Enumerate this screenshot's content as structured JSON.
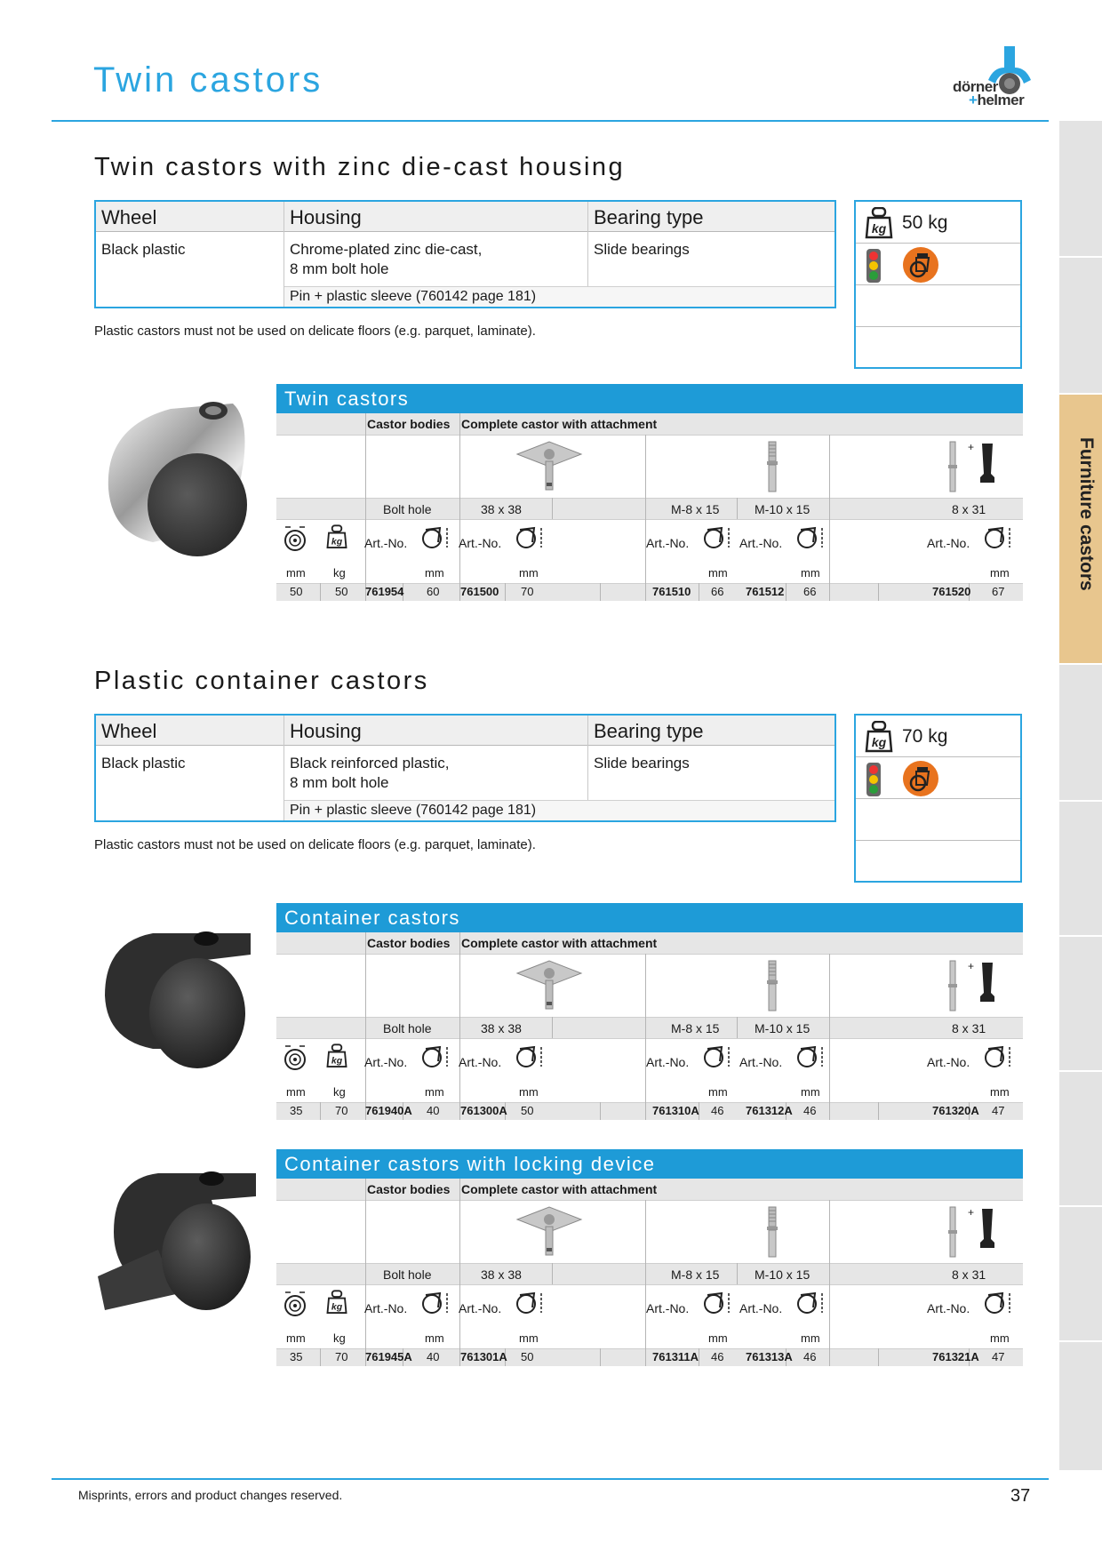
{
  "page": {
    "title": "Twin castors",
    "brand_line1": "dörner",
    "brand_plus": "+",
    "brand_line2": "helmer",
    "side_label": "Furniture castors",
    "footer_note": "Misprints, errors and product changes reserved.",
    "page_number": "37",
    "colors": {
      "accent": "#2ba5e0",
      "table_header": "#1e9bd7",
      "active_tab": "#e8c68e",
      "orange_icon": "#e8731e"
    }
  },
  "sections": [
    {
      "title": "Twin castors with zinc die-cast housing",
      "spec": {
        "headers": [
          "Wheel",
          "Housing",
          "Bearing type"
        ],
        "wheel": "Black plastic",
        "housing_line1": "Chrome-plated zinc die-cast,",
        "housing_line2": "8 mm bolt hole",
        "bearing": "Slide bearings",
        "pin": "Pin + plastic sleeve (760142 page 181)"
      },
      "load": "50 kg",
      "note": "Plastic castors must not be used on delicate floors (e.g. parquet, laminate)."
    },
    {
      "title": "Plastic container castors",
      "spec": {
        "headers": [
          "Wheel",
          "Housing",
          "Bearing type"
        ],
        "wheel": "Black plastic",
        "housing_line1": "Black reinforced plastic,",
        "housing_line2": "8 mm bolt hole",
        "bearing": "Slide bearings",
        "pin": "Pin + plastic sleeve (760142 page 181)"
      },
      "load": "70 kg",
      "note": "Plastic castors must not be used on delicate floors (e.g. parquet, laminate)."
    }
  ],
  "tables": [
    {
      "title": "Twin castors",
      "labels": {
        "castor_bodies": "Castor bodies",
        "complete": "Complete castor with attachment",
        "bolt_hole": "Bolt hole",
        "plate": "38 x 38",
        "m8": "M-8 x 15",
        "m10": "M-10 x 15",
        "pin": "8 x 31",
        "art": "Art.-No.",
        "mm": "mm",
        "kg": "kg"
      },
      "row": {
        "diameter": "50",
        "load": "50",
        "body_art": "761954",
        "body_h": "60",
        "plate_art": "761500",
        "plate_h": "70",
        "m8_art": "761510",
        "m8_h": "66",
        "m10_art": "761512",
        "m10_h": "66",
        "pin_art": "761520",
        "pin_h": "67"
      }
    },
    {
      "title": "Container castors",
      "labels": {
        "castor_bodies": "Castor bodies",
        "complete": "Complete castor with attachment",
        "bolt_hole": "Bolt hole",
        "plate": "38 x 38",
        "m8": "M-8 x 15",
        "m10": "M-10 x 15",
        "pin": "8 x 31",
        "art": "Art.-No.",
        "mm": "mm",
        "kg": "kg"
      },
      "row": {
        "diameter": "35",
        "load": "70",
        "body_art": "761940A",
        "body_h": "40",
        "plate_art": "761300A",
        "plate_h": "50",
        "m8_art": "761310A",
        "m8_h": "46",
        "m10_art": "761312A",
        "m10_h": "46",
        "pin_art": "761320A",
        "pin_h": "47"
      }
    },
    {
      "title": "Container castors with locking device",
      "labels": {
        "castor_bodies": "Castor bodies",
        "complete": "Complete castor with attachment",
        "bolt_hole": "Bolt hole",
        "plate": "38 x 38",
        "m8": "M-8 x 15",
        "m10": "M-10 x 15",
        "pin": "8 x 31",
        "art": "Art.-No.",
        "mm": "mm",
        "kg": "kg"
      },
      "row": {
        "diameter": "35",
        "load": "70",
        "body_art": "761945A",
        "body_h": "40",
        "plate_art": "761301A",
        "plate_h": "50",
        "m8_art": "761311A",
        "m8_h": "46",
        "m10_art": "761313A",
        "m10_h": "46",
        "pin_art": "761321A",
        "pin_h": "47"
      }
    }
  ]
}
